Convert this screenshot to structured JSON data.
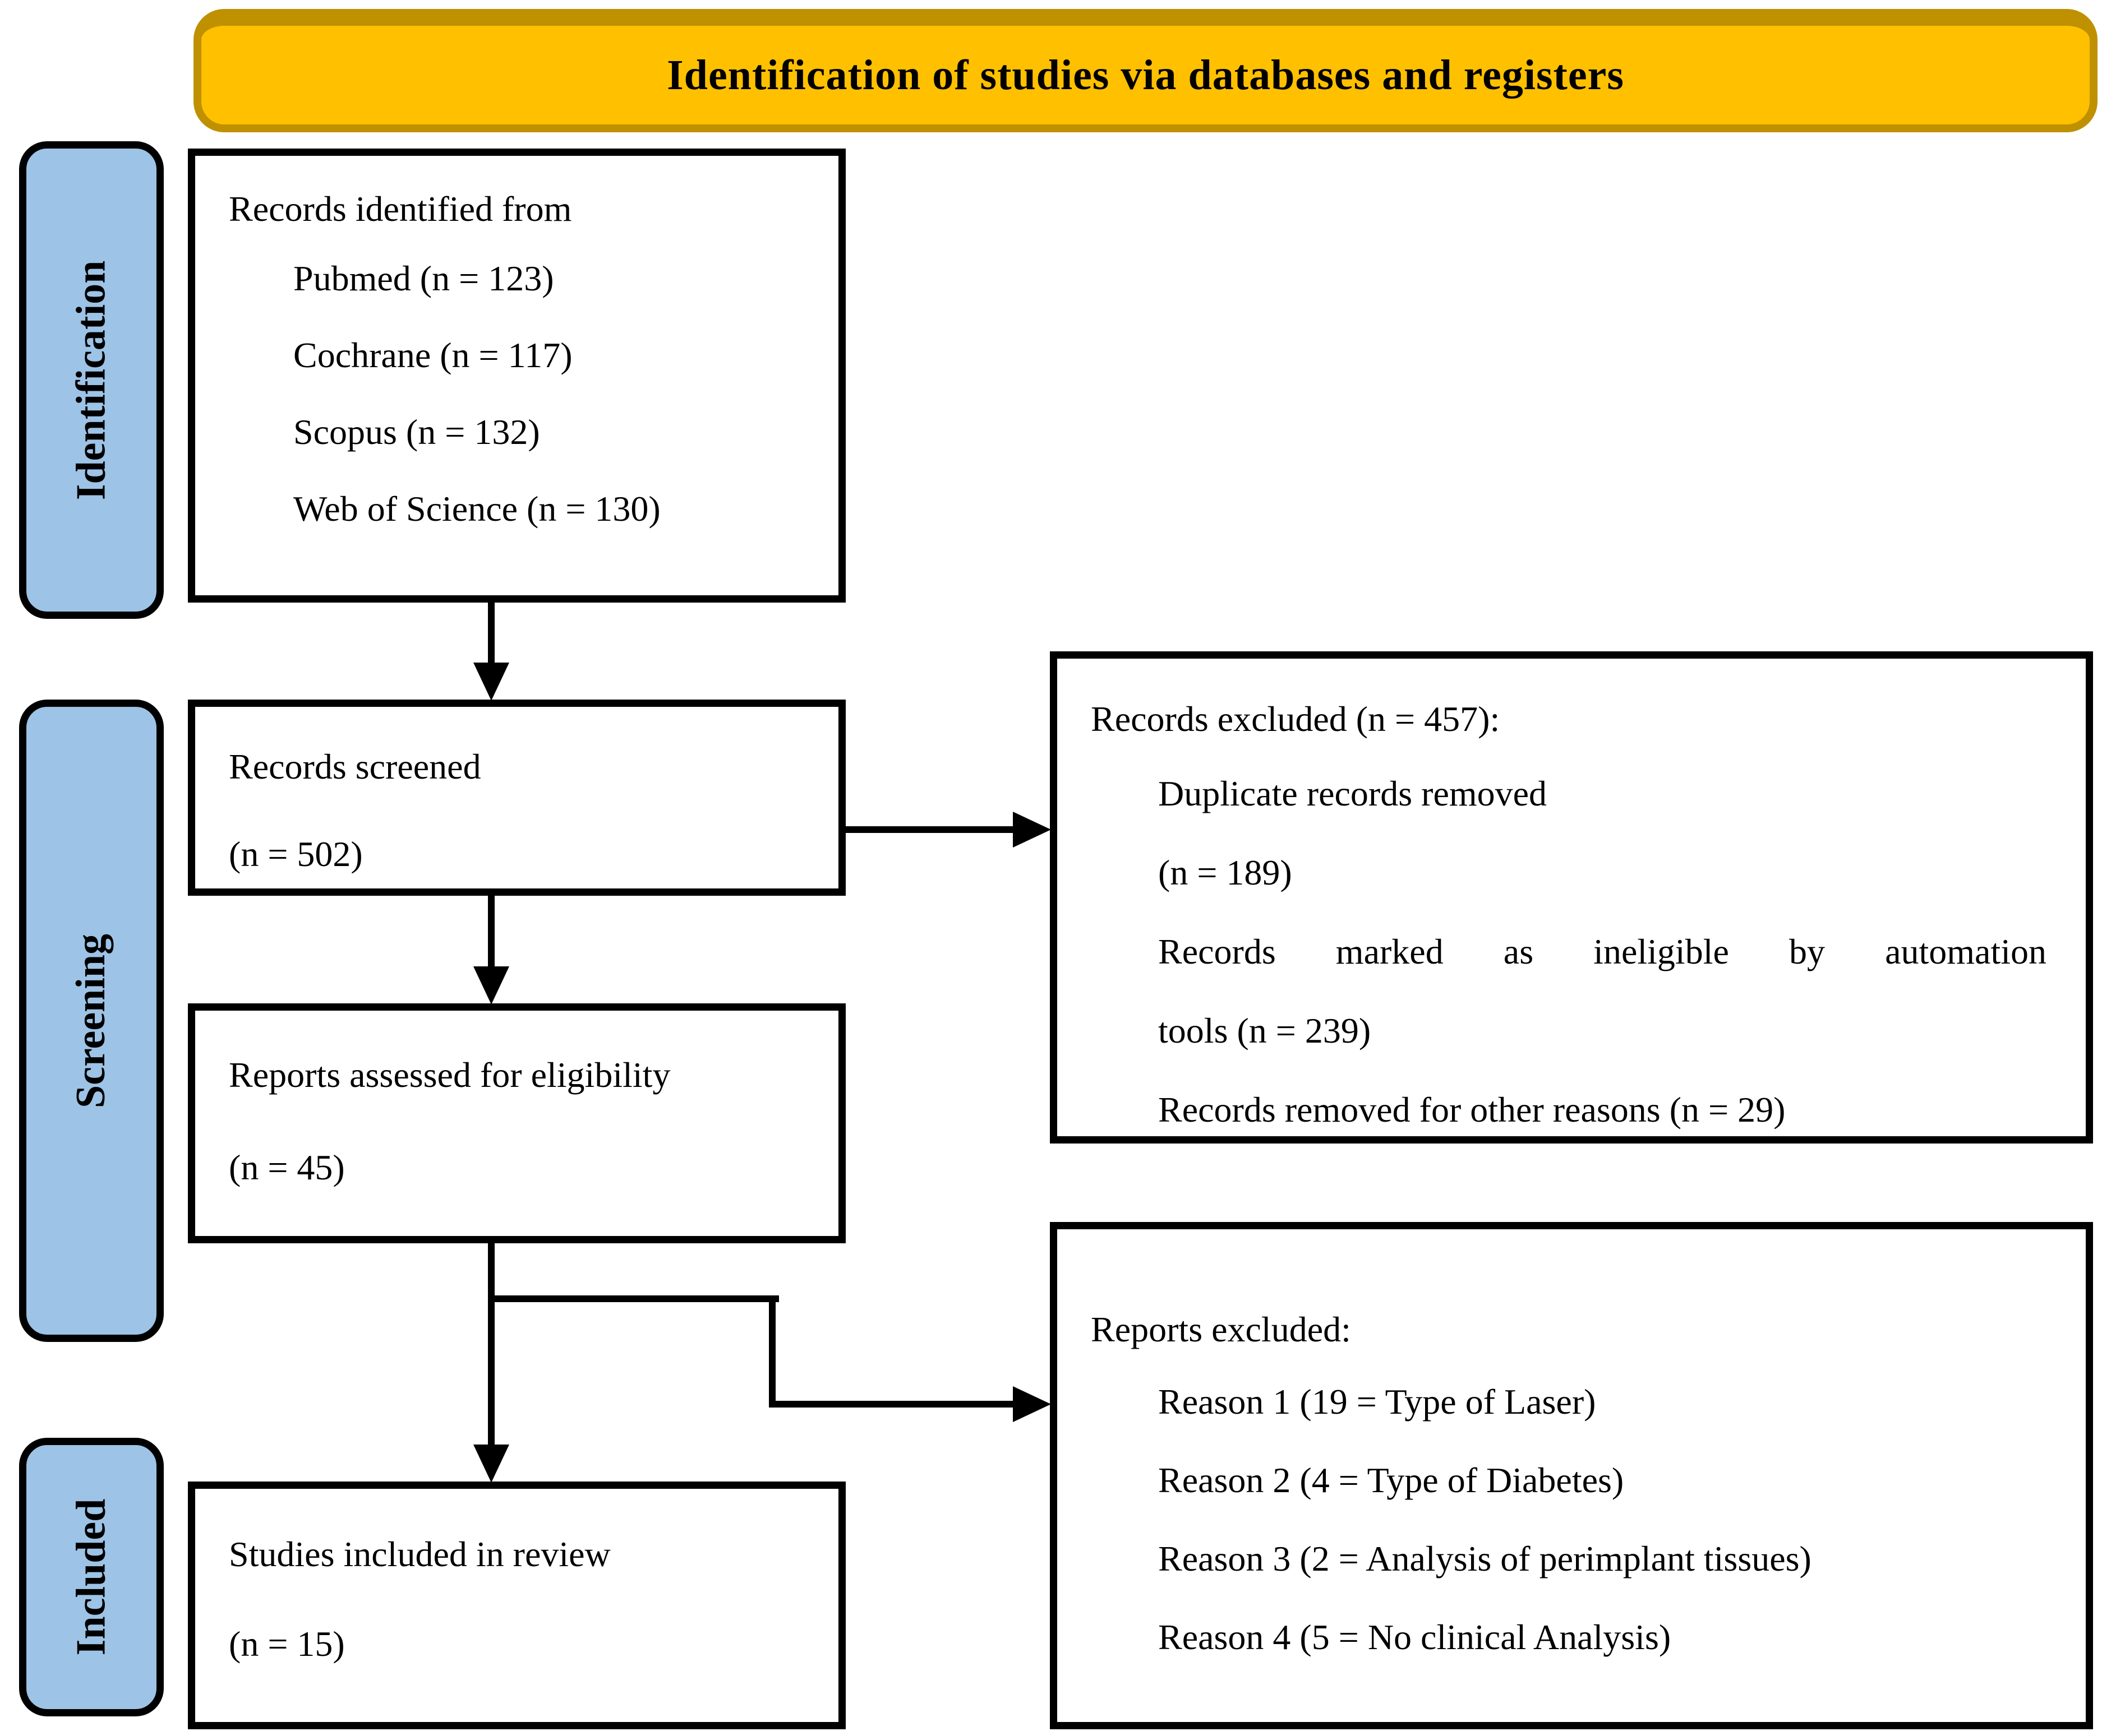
{
  "banner": {
    "title": "Identification of studies via databases and registers"
  },
  "stages": [
    {
      "label": "Identification"
    },
    {
      "label": "Screening"
    },
    {
      "label": "Included"
    }
  ],
  "boxes": {
    "identified": {
      "heading": "Records identified from",
      "items": [
        "Pubmed (n = 123)",
        "Cochrane (n = 117)",
        "Scopus (n = 132)",
        "Web of Science (n = 130)"
      ]
    },
    "screened": {
      "line1": "Records screened",
      "line2": "(n = 502)"
    },
    "assessed": {
      "line1": "Reports assessed for eligibility",
      "line2": "(n = 45)"
    },
    "included": {
      "line1": "Studies included in review",
      "line2": "(n = 15)"
    },
    "records_excluded": {
      "heading": "Records excluded (n = 457):",
      "items": [
        "Duplicate records removed",
        "(n = 189)",
        "Records marked as ineligible by automation",
        "tools (n = 239)",
        "Records removed for other reasons (n = 29)"
      ]
    },
    "reports_excluded": {
      "heading": "Reports excluded:",
      "items": [
        "Reason 1 (19 = Type of Laser)",
        "Reason 2 (4 = Type of Diabetes)",
        "Reason 3 (2 = Analysis of perimplant tissues)",
        "Reason 4 (5 = No clinical Analysis)"
      ]
    }
  },
  "colors": {
    "banner_fill": "#FFC000",
    "banner_border": "#BF9000",
    "stage_fill": "#9DC3E6",
    "box_border": "#000000",
    "page_bg": "#FFFFFF",
    "ink": "#000000"
  }
}
